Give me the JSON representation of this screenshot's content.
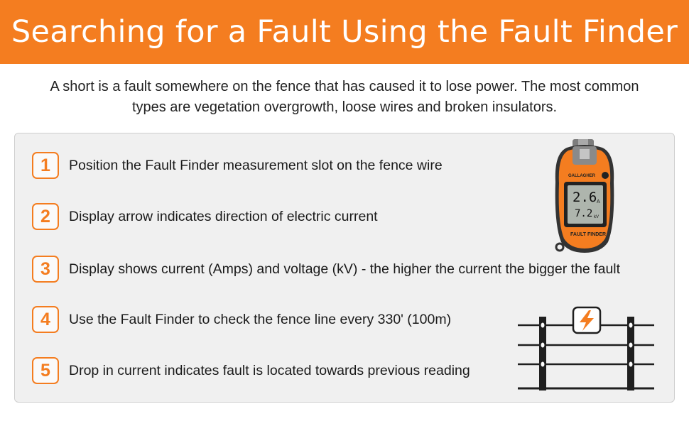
{
  "header": {
    "title": "Searching for a Fault Using the Fault Finder"
  },
  "intro": {
    "line1": "A short is a fault somewhere on the fence that has caused it to lose power. The most common",
    "line2": "types are vegetation overgrowth, loose wires and broken insulators."
  },
  "steps": [
    {
      "number": "1",
      "text": "Position the Fault Finder measurement slot on the fence wire"
    },
    {
      "number": "2",
      "text": "Display arrow indicates direction of electric current"
    },
    {
      "number": "3",
      "text": "Display shows current (Amps) and voltage (kV) - the higher the current the bigger the fault"
    },
    {
      "number": "4",
      "text": "Use the Fault Finder to check the fence line every 330' (100m)"
    },
    {
      "number": "5",
      "text": "Drop in current indicates fault is located towards previous reading"
    }
  ],
  "device": {
    "brand": "GALLAGHER",
    "reading_current": "2.6",
    "unit_current": "A",
    "reading_voltage": "7.2",
    "unit_voltage": "kV",
    "label": "FAULT FINDER",
    "icon": "fault-finder-device-icon"
  },
  "fence": {
    "icon": "electric-fence-icon",
    "bolt_icon": "lightning-bolt-icon"
  },
  "colors": {
    "accent": "#f47d20",
    "panel": "#f0f0f0",
    "text": "#1a1a1a"
  }
}
